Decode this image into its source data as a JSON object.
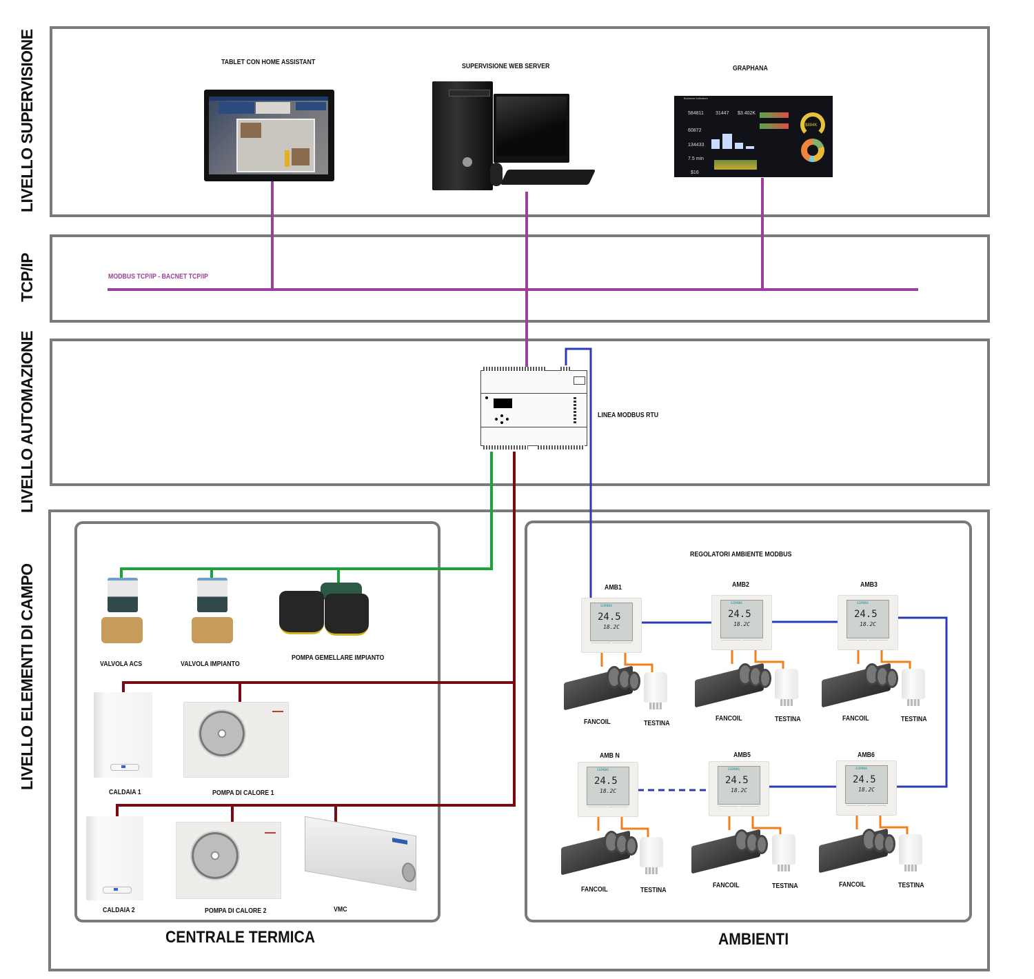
{
  "levels": {
    "supervisione": "LIVELLO SUPERVISIONE",
    "tcpip": "TCP/IP",
    "automazione": "LIVELLO AUTOMAZIONE",
    "campo": "LIVELLO ELEMENTI DI CAMPO"
  },
  "supervision_devices": {
    "tablet": "TABLET CON HOME ASSISTANT",
    "webserver": "SUPERVISIONE WEB SERVER",
    "grafana": "GRAPHANA"
  },
  "grafana_dashboard": {
    "title": "Business Indicators",
    "values": [
      "584811",
      "31447",
      "$3.402K",
      "60872",
      "134433",
      "7.5 min",
      "$16",
      "$894K"
    ]
  },
  "network": {
    "bus_label": "MODBUS TCP/IP - BACNET TCP/IP",
    "rtu_label": "LINEA MODBUS RTU"
  },
  "centrale_termica": {
    "title": "CENTRALE TERMICA",
    "items": {
      "valvola_acs": "VALVOLA ACS",
      "valvola_impianto": "VALVOLA IMPIANTO",
      "pompa_gemellare": "POMPA GEMELLARE IMPIANTO",
      "caldaia1": "CALDAIA  1",
      "pdc1": "POMPA DI CALORE 1",
      "caldaia2": "CALDAIA  2",
      "pdc2": "POMPA DI CALORE 2",
      "vmc": "VMC"
    }
  },
  "ambienti": {
    "title": "AMBIENTI",
    "header": "REGOLATORI AMBIENTE MODBUS",
    "thermostat_display": {
      "temp": "24.5",
      "set": "18.2C",
      "brand": "SIEMENS"
    },
    "rooms": [
      {
        "name": "AMB1",
        "fancoil": "FANCOIL",
        "testina": "TESTINA"
      },
      {
        "name": "AMB2",
        "fancoil": "FANCOIL",
        "testina": "TESTINA"
      },
      {
        "name": "AMB3",
        "fancoil": "FANCOIL",
        "testina": "TESTINA"
      },
      {
        "name": "AMB N",
        "fancoil": "FANCOIL",
        "testina": "TESTINA"
      },
      {
        "name": "AMB5",
        "fancoil": "FANCOIL",
        "testina": "TESTINA"
      },
      {
        "name": "AMB6",
        "fancoil": "FANCOIL",
        "testina": "TESTINA"
      }
    ]
  },
  "colors": {
    "tcpip_bus": "#9b3f9b",
    "modbus_rtu": "#2b3bb5",
    "valves_line": "#1aa33a",
    "generators_line": "#7a0a14",
    "room_wiring": "#f07f1e",
    "frame": "#7a7a7a"
  }
}
